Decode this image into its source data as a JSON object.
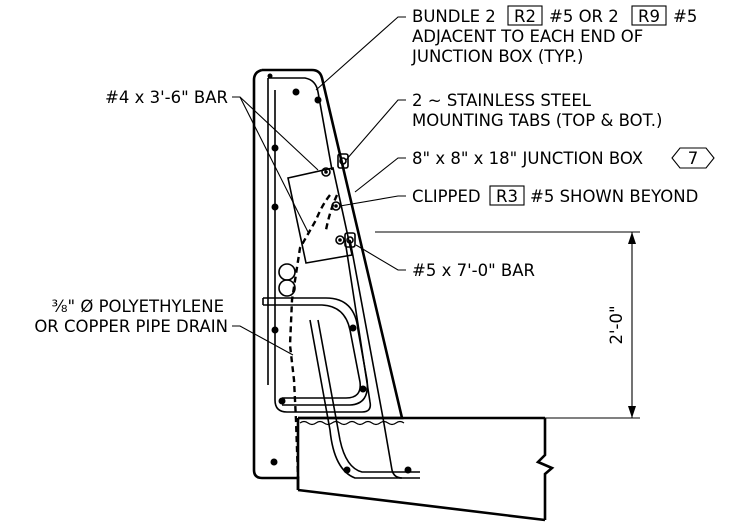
{
  "labels": {
    "bundle_line1_a": "BUNDLE 2",
    "bundle_line1_r2": "R2",
    "bundle_line1_b": "#5 OR 2",
    "bundle_line1_r9": "R9",
    "bundle_line1_c": "#5",
    "bundle_line2": "ADJACENT TO EACH END OF",
    "bundle_line3": "JUNCTION BOX (TYP.)",
    "bar4": "#4 x 3'-6\" BAR",
    "tabs_line1": "2 ~ STAINLESS STEEL",
    "tabs_line2": "MOUNTING TABS (TOP & BOT.)",
    "junction_box": "8\" x 8\" x 18\" JUNCTION BOX",
    "junction_box_tag": "7",
    "clipped_a": "CLIPPED",
    "clipped_r3": "R3",
    "clipped_b": "#5 SHOWN BEYOND",
    "bar5": "#5 x 7'-0\" BAR",
    "pipe_line1": "⅜\" Ø POLYETHYLENE",
    "pipe_line2": "OR COPPER PIPE DRAIN",
    "dimension": "2'-0\""
  }
}
